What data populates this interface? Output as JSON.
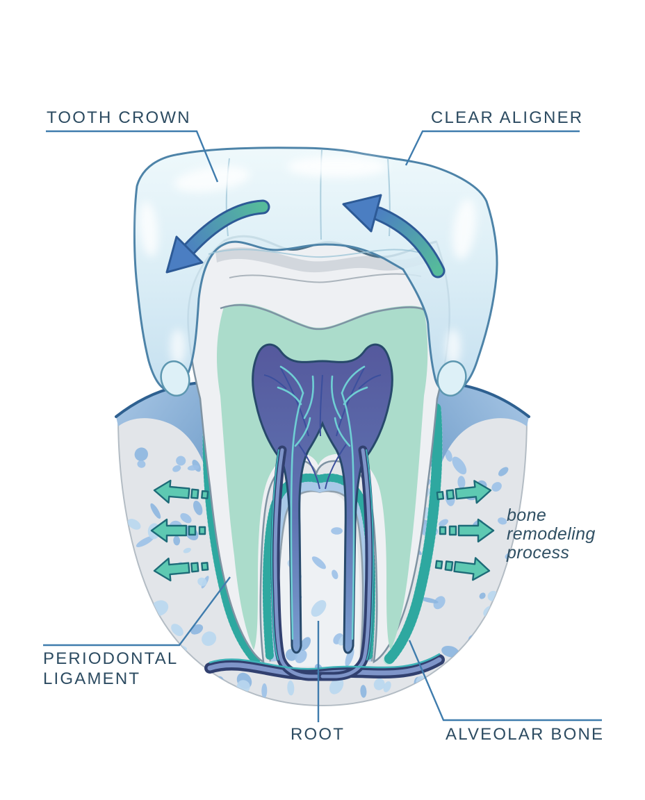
{
  "diagram": {
    "subject": "tooth cross-section with clear aligner and bone remodeling",
    "labels": {
      "tooth_crown": {
        "text": "TOOTH CROWN"
      },
      "clear_aligner": {
        "text": "CLEAR ALIGNER"
      },
      "periodontal_ligament": {
        "line1": "PERIODONTAL",
        "line2": "LIGAMENT"
      },
      "root": {
        "text": "ROOT"
      },
      "alveolar_bone": {
        "text": "ALVEOLAR BONE"
      }
    },
    "annotation": {
      "line1": "bone",
      "line2": "remodeling",
      "line3": "process"
    },
    "icons": [
      "curved-force-arrow-left",
      "curved-force-arrow-right",
      "remodel-arrow-left-top",
      "remodel-arrow-left-middle",
      "remodel-arrow-left-bottom",
      "remodel-arrow-right-top",
      "remodel-arrow-right-middle",
      "remodel-arrow-right-bottom"
    ],
    "colors": {
      "label_text": "#2c4b61",
      "annotation_text": "#2f4f63",
      "leader_line": "#3f7cad",
      "aligner_outline": "#4d83a8",
      "aligner_fill": "#d7ecf5",
      "enamel": "#eef0f3",
      "dentin": "#abdccb",
      "pulp_top": "#55599d",
      "pulp_bottom": "#7b9fd0",
      "nerve": "#6fcfd4",
      "vessel": "#31406f",
      "gum": "#7fa9d4",
      "bone": "#e2e5e9",
      "bone_spot": "#8db6e0",
      "socket_lining": "#a9c9e8",
      "pdl_hatch": "#2ea8a0",
      "remodel_arrow": "#5ec9b2",
      "force_arrow_green": "#56bb9b",
      "force_arrow_blue": "#4b7ec2"
    }
  }
}
